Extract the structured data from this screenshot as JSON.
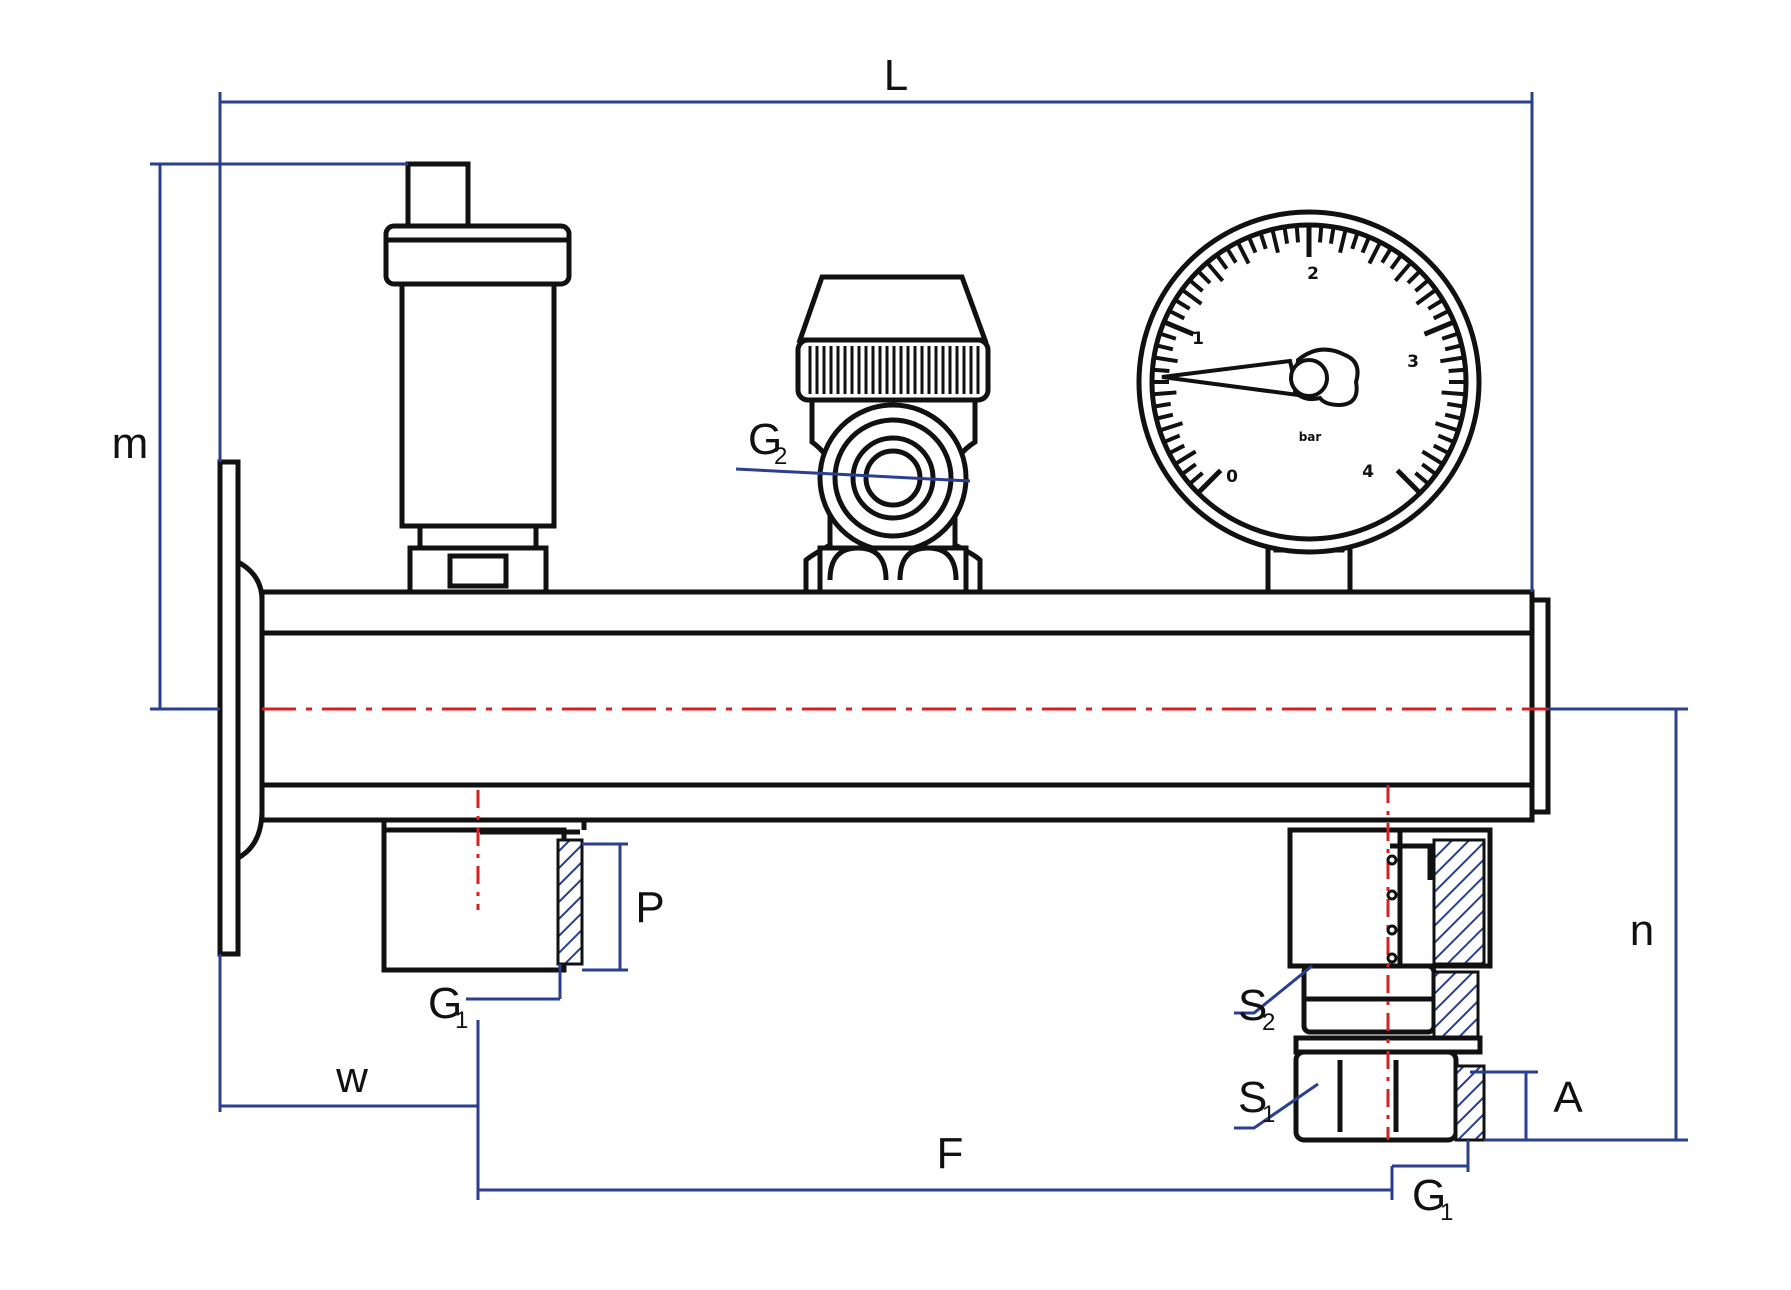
{
  "colors": {
    "outline": "#111111",
    "dimension": "#2a3f8f",
    "centerline": "#d62020",
    "hatch": "#2a3f8f"
  },
  "labels": {
    "L": "L",
    "m": "m",
    "n": "n",
    "P": "P",
    "w": "w",
    "F": "F",
    "A": "A",
    "G1_left": {
      "main": "G",
      "sub": "1"
    },
    "G1_right": {
      "main": "G",
      "sub": "1"
    },
    "G2": {
      "main": "G",
      "sub": "2"
    },
    "S1": {
      "main": "S",
      "sub": "1"
    },
    "S2": {
      "main": "S",
      "sub": "2"
    }
  },
  "gauge": {
    "scale": [
      "0",
      "1",
      "2",
      "3",
      "4"
    ],
    "unit": "bar"
  },
  "icons": [
    "air-vent-icon",
    "valve-icon",
    "pressure-gauge-icon"
  ]
}
